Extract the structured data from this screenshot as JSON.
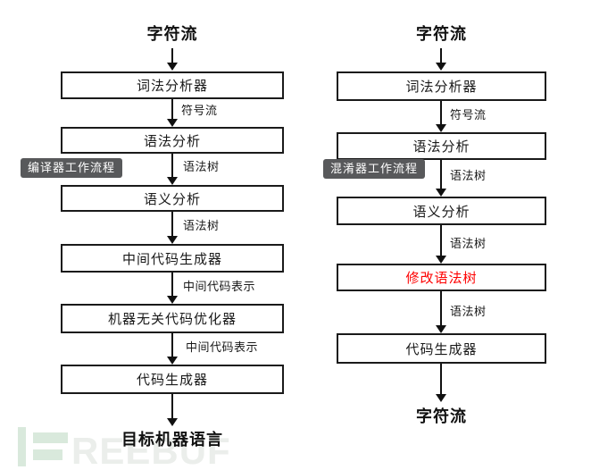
{
  "colors": {
    "box_border": "#1a1a1a",
    "badge_background": "#58595b",
    "badge_text": "#ffffff",
    "highlight_red": "#fe0000",
    "watermark_green": "#d9e9dc",
    "watermark_gray": "#ebeeeb"
  },
  "left_flow": {
    "badge": "编译器工作流程",
    "source": "字符流",
    "nodes": [
      "词法分析器",
      "语法分析",
      "语义分析",
      "中间代码生成器",
      "机器无关代码优化器",
      "代码生成器"
    ],
    "edge_labels": [
      "符号流",
      "语法树",
      "语法树",
      "中间代码表示",
      "中间代码表示"
    ],
    "result": "目标机器语言"
  },
  "right_flow": {
    "badge": "混淆器工作流程",
    "source": "字符流",
    "nodes": [
      "词法分析器",
      "语法分析",
      "语义分析",
      "修改语法树",
      "代码生成器"
    ],
    "edge_labels": [
      "符号流",
      "语法树",
      "语法树",
      "语法树"
    ],
    "highlighted_node": "修改语法树",
    "result": "字符流"
  },
  "watermark": {
    "text": "REEBUF"
  }
}
